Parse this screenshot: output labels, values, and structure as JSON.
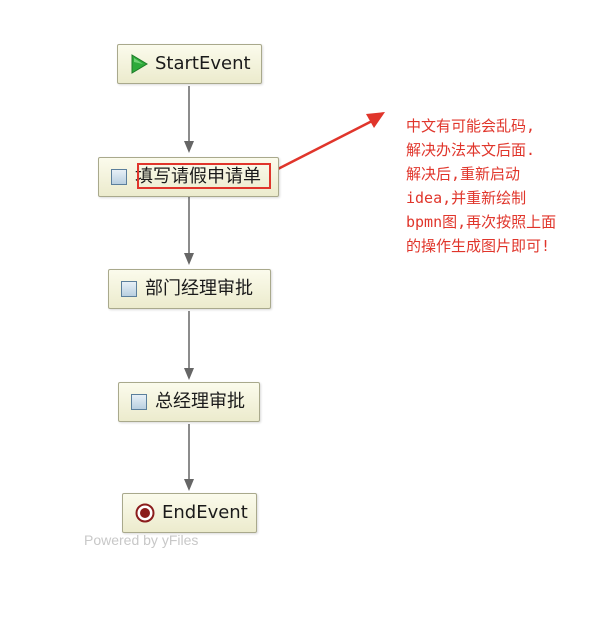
{
  "diagram": {
    "nodes": [
      {
        "id": "start",
        "kind": "start-event",
        "label": "StartEvent"
      },
      {
        "id": "fill",
        "kind": "user-task",
        "label": "填写请假申请单"
      },
      {
        "id": "dept",
        "kind": "user-task",
        "label": "部门经理审批"
      },
      {
        "id": "gm",
        "kind": "user-task",
        "label": "总经理审批"
      },
      {
        "id": "end",
        "kind": "end-event",
        "label": "EndEvent"
      }
    ],
    "edges": [
      {
        "from": "start",
        "to": "fill"
      },
      {
        "from": "fill",
        "to": "dept"
      },
      {
        "from": "dept",
        "to": "gm"
      },
      {
        "from": "gm",
        "to": "end"
      }
    ],
    "watermark": "Powered by yFiles"
  },
  "annotation": {
    "lines": [
      "中文有可能会乱码,",
      "解决办法本文后面.",
      "解决后,重新启动",
      "idea,并重新绘制",
      "bpmn图,再次按照上面",
      "的操作生成图片即可!"
    ],
    "color": "#e0352b"
  },
  "colors": {
    "node_fill": "#f3f2dc",
    "node_border": "#a9a98c",
    "start_icon": "#2eaa3b",
    "end_icon": "#8b1c1c",
    "connector": "#666666",
    "highlight": "#e0352b"
  }
}
